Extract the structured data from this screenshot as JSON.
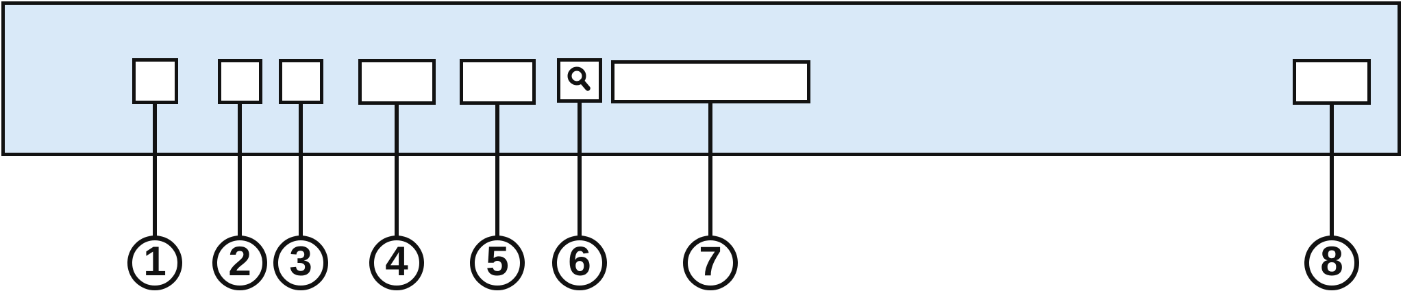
{
  "colors": {
    "bar_fill": "#d9e9f8",
    "outline": "#121212",
    "box_fill": "#ffffff"
  },
  "toolbar": {
    "search_icon": "magnifier-icon"
  },
  "callouts": [
    {
      "label": "1"
    },
    {
      "label": "2"
    },
    {
      "label": "3"
    },
    {
      "label": "4"
    },
    {
      "label": "5"
    },
    {
      "label": "6"
    },
    {
      "label": "7"
    },
    {
      "label": "8"
    }
  ]
}
